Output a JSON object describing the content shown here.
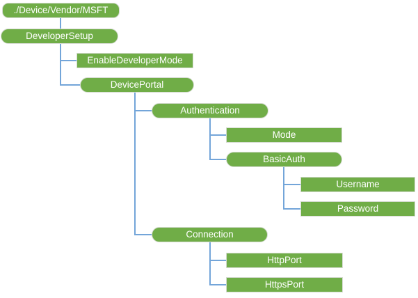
{
  "diagram": {
    "type": "tree",
    "background": "#FFFFFF",
    "colors": {
      "node_fill": "#70AD47",
      "node_border": "#D5DBD1",
      "node_text": "#FFFFFF",
      "connector": "#73A5D9"
    },
    "nodes": [
      {
        "label": "./Device/Vendor/MSFT",
        "shape": "rounded",
        "depth": 0
      },
      {
        "label": "DeveloperSetup",
        "shape": "rounded",
        "depth": 0
      },
      {
        "label": "EnableDeveloperMode",
        "shape": "rect",
        "depth": 1
      },
      {
        "label": "DevicePortal",
        "shape": "rounded",
        "depth": 1
      },
      {
        "label": "Authentication",
        "shape": "rounded",
        "depth": 2
      },
      {
        "label": "Mode",
        "shape": "rect",
        "depth": 3
      },
      {
        "label": "BasicAuth",
        "shape": "rounded",
        "depth": 3
      },
      {
        "label": "Username",
        "shape": "rect",
        "depth": 4
      },
      {
        "label": "Password",
        "shape": "rect",
        "depth": 4
      },
      {
        "label": "Connection",
        "shape": "rounded",
        "depth": 2
      },
      {
        "label": "HttpPort",
        "shape": "rect",
        "depth": 3
      },
      {
        "label": "HttpsPort",
        "shape": "rect",
        "depth": 3
      }
    ],
    "edges": [
      {
        "parent": "./Device/Vendor/MSFT",
        "child": "DeveloperSetup"
      },
      {
        "parent": "DeveloperSetup",
        "child": "EnableDeveloperMode"
      },
      {
        "parent": "DeveloperSetup",
        "child": "DevicePortal"
      },
      {
        "parent": "DevicePortal",
        "child": "Authentication"
      },
      {
        "parent": "DevicePortal",
        "child": "Connection"
      },
      {
        "parent": "Authentication",
        "child": "Mode"
      },
      {
        "parent": "Authentication",
        "child": "BasicAuth"
      },
      {
        "parent": "BasicAuth",
        "child": "Username"
      },
      {
        "parent": "BasicAuth",
        "child": "Password"
      },
      {
        "parent": "Connection",
        "child": "HttpPort"
      },
      {
        "parent": "Connection",
        "child": "HttpsPort"
      }
    ]
  }
}
